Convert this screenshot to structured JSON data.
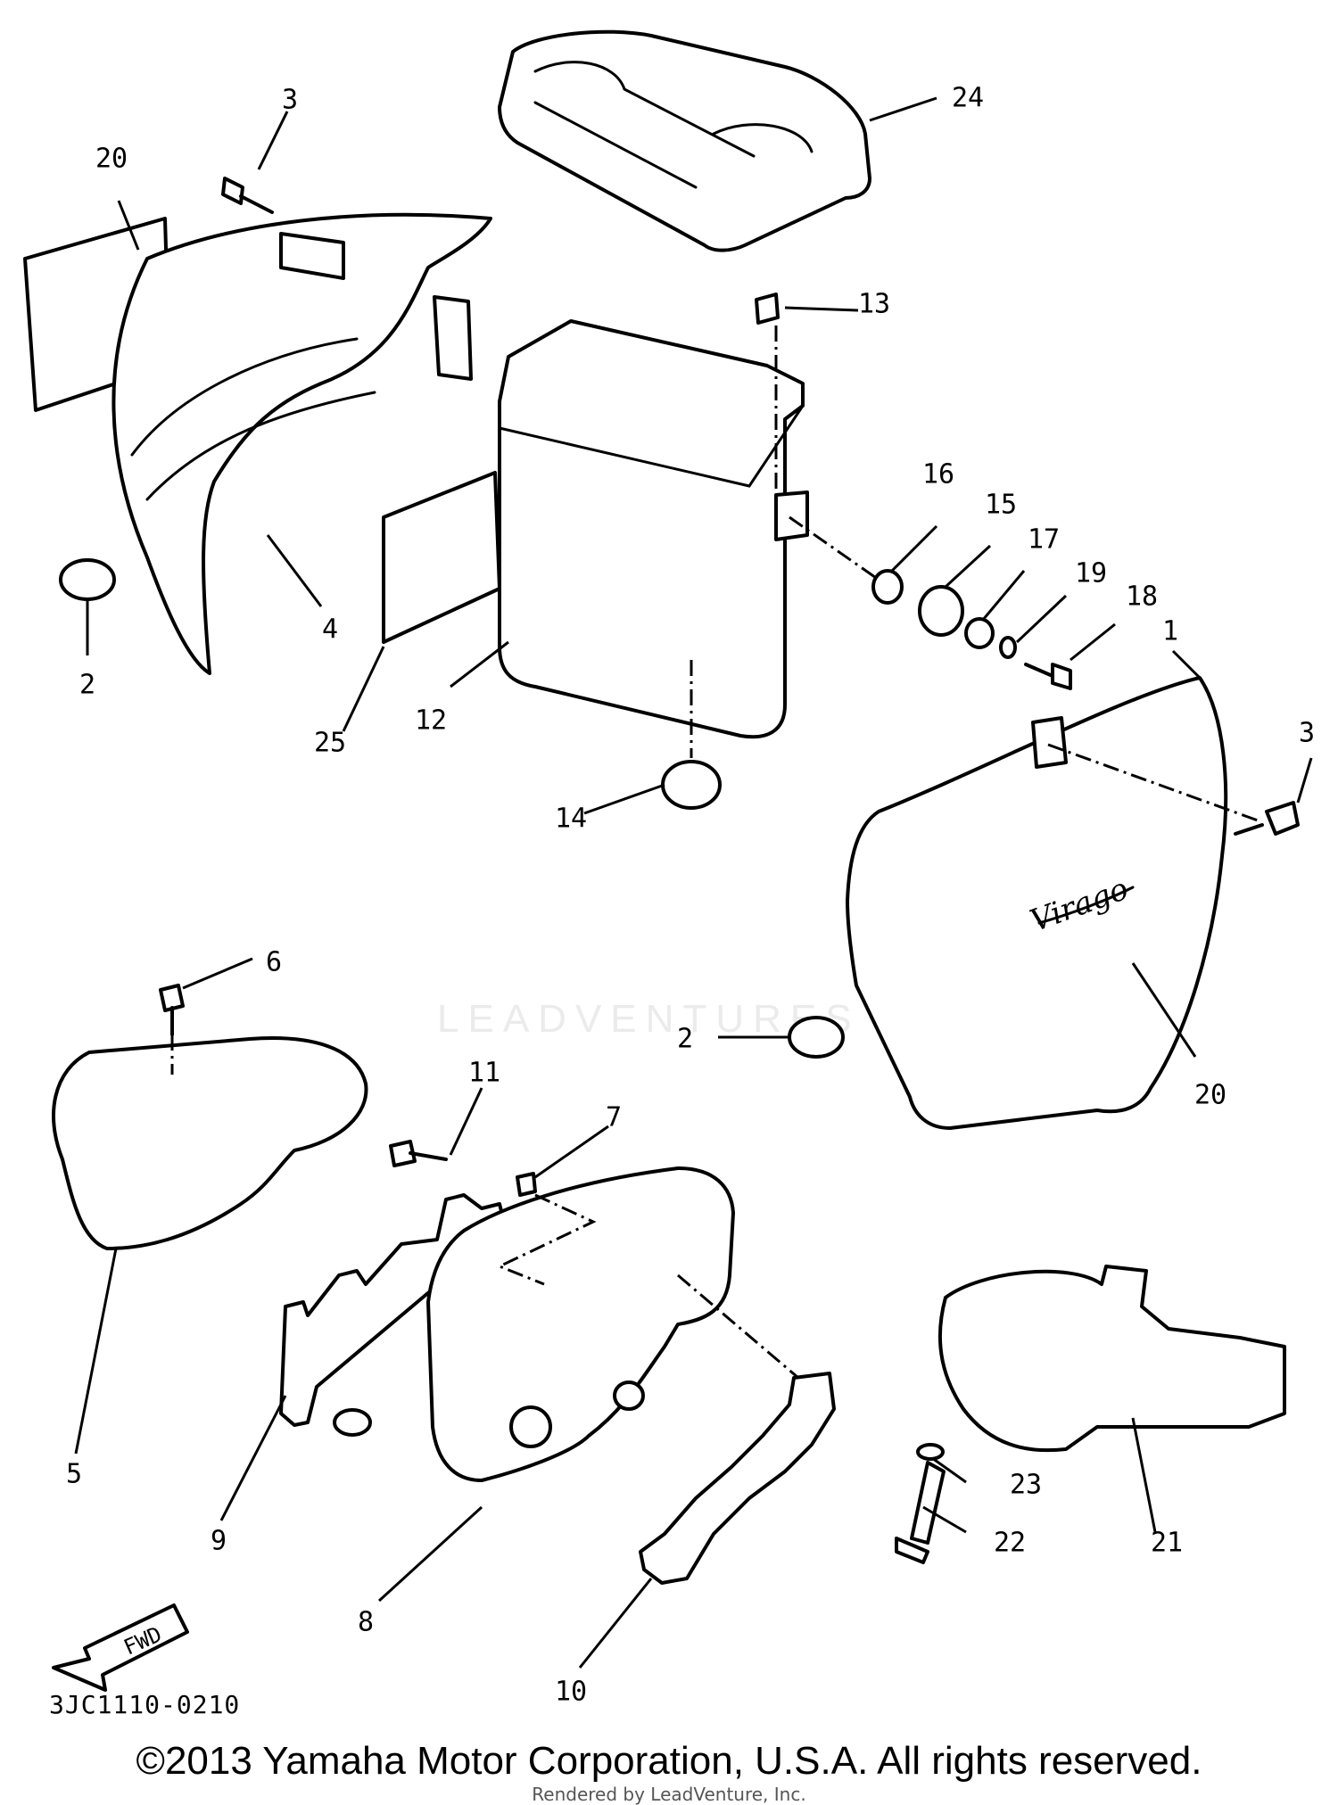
{
  "callouts": {
    "p1": "1",
    "p2a": "2",
    "p2b": "2",
    "p3a": "3",
    "p3b": "3",
    "p4": "4",
    "p5": "5",
    "p6": "6",
    "p7": "7",
    "p8": "8",
    "p9": "9",
    "p10": "10",
    "p11": "11",
    "p12": "12",
    "p13": "13",
    "p14": "14",
    "p15": "15",
    "p16": "16",
    "p17": "17",
    "p18": "18",
    "p19": "19",
    "p20a": "20",
    "p20b": "20",
    "p21": "21",
    "p22": "22",
    "p23": "23",
    "p24": "24",
    "p25": "25"
  },
  "fwd_arrow": "FWD",
  "emblem": "Virago",
  "drawing_code": "3JC1110-0210",
  "copyright": "©2013 Yamaha Motor Corporation, U.S.A. All rights reserved.",
  "rendered_by": "Rendered by LeadVenture, Inc.",
  "watermark": "LEADVENTURES"
}
